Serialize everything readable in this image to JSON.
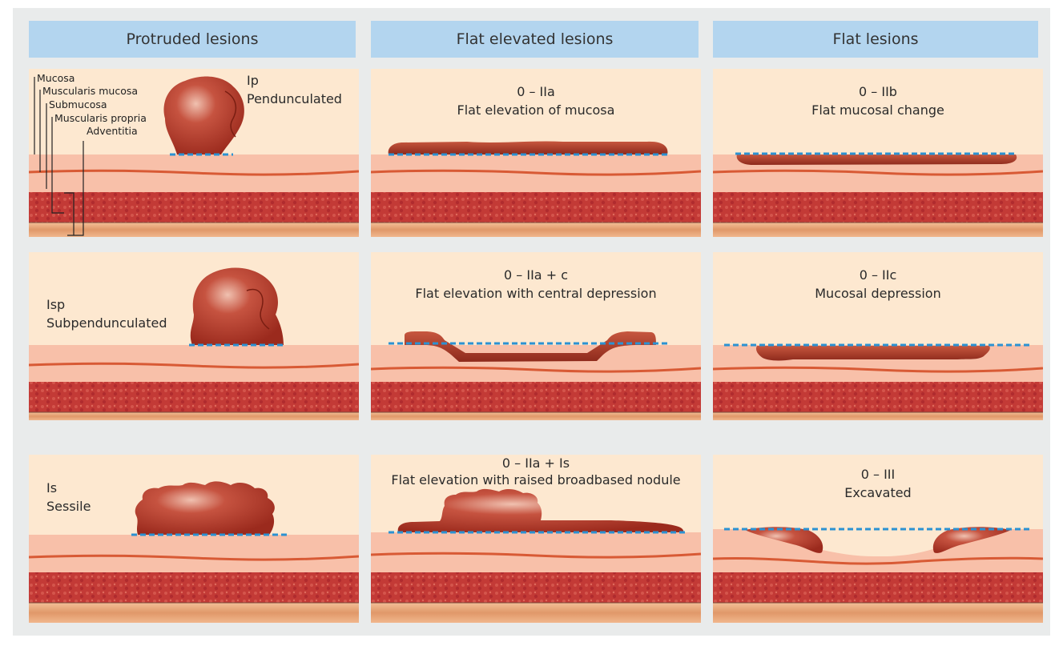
{
  "headers": [
    "Protruded lesions",
    "Flat elevated lesions",
    "Flat lesions"
  ],
  "layers": [
    "Mucosa",
    "Muscularis mucosa",
    "Submucosa",
    "Muscularis propria",
    "Adventitia"
  ],
  "panels": {
    "ip": {
      "code": "Ip",
      "name": "Pendunculated"
    },
    "isp": {
      "code": "Isp",
      "name": "Subpendunculated"
    },
    "is": {
      "code": "Is",
      "name": "Sessile"
    },
    "iia": {
      "code": "0 – IIa",
      "name": "Flat elevation of mucosa"
    },
    "iiac": {
      "code": "0 – IIa + c",
      "name": "Flat elevation with central depression"
    },
    "iiais": {
      "code": "0 – IIa + Is",
      "name": "Flat elevation with raised broadbased nodule"
    },
    "iib": {
      "code": "0 – IIb",
      "name": "Flat mucosal change"
    },
    "iic": {
      "code": "0 – IIc",
      "name": "Mucosal depression"
    },
    "iii": {
      "code": "0 – III",
      "name": "Excavated"
    }
  },
  "colors": {
    "header": "#b3d5ef",
    "background": "#fde8d0",
    "submucosa": "#f8bfa8",
    "muscularis_mucosa": "#d85a35",
    "muscularis_propria": "#c23b35",
    "adventitia": "#e9a275",
    "lesion": "#b03a2a",
    "baseline": "#2b92d2"
  }
}
